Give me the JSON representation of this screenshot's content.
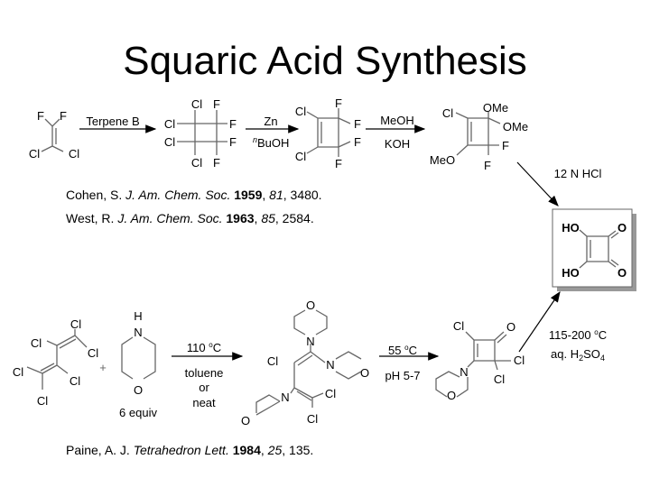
{
  "title": "Squaric Acid Synthesis",
  "route1": {
    "reagent1": "Terpene B",
    "reagent2_top": "Zn",
    "reagent2_bottom_sup": "n",
    "reagent2_bottom": "BuOH",
    "reagent3_top": "MeOH",
    "reagent3_bottom": "KOH",
    "reagent4": "12 N HCl",
    "mol1": [
      "F",
      "F",
      "Cl",
      "Cl"
    ],
    "mol2": [
      "Cl",
      "F",
      "Cl",
      "F",
      "Cl",
      "F",
      "Cl",
      "F"
    ],
    "mol3": [
      "Cl",
      "F",
      "F",
      "F",
      "Cl",
      "F"
    ],
    "mol4": [
      "Cl",
      "OMe",
      "OMe",
      "F",
      "MeO",
      "F"
    ]
  },
  "product": [
    "HO",
    "O",
    "HO",
    "O"
  ],
  "refs1": [
    {
      "author": "Cohen, S. ",
      "journal": "J. Am. Chem. Soc.",
      "year": "1959",
      "vol": "81",
      "page": ", 3480."
    },
    {
      "author": "West, R. ",
      "journal": "J. Am. Chem. Soc.",
      "year": "1963",
      "vol": "85",
      "page": ", 2584."
    }
  ],
  "route2": {
    "plus": "+",
    "equiv": "6 equiv",
    "cond1_top": "110 ",
    "deg": "o",
    "cond1_unit": "C",
    "cond1_lines": [
      "toluene",
      "or",
      "neat"
    ],
    "cond2_top": "55 ",
    "cond2_bottom": "pH 5-7",
    "cond3_top": "115-200 ",
    "cond3_bottom_a": "aq. H",
    "cond3_sub1": "2",
    "cond3_bottom_b": "SO",
    "cond3_sub2": "4",
    "diene": [
      "Cl",
      "Cl",
      "Cl",
      "Cl",
      "Cl",
      "Cl"
    ],
    "morpholine": [
      "H",
      "N",
      "O"
    ],
    "adduct": [
      "O",
      "N",
      "Cl",
      "N",
      "O",
      "Cl",
      "N",
      "O",
      "Cl"
    ],
    "enone": [
      "Cl",
      "O",
      "Cl",
      "N",
      "Cl",
      "O"
    ]
  },
  "ref2": {
    "author": "Paine, A. J. ",
    "journal": "Tetrahedron Lett.",
    "year": "1984",
    "vol": "25",
    "page": ", 135."
  }
}
